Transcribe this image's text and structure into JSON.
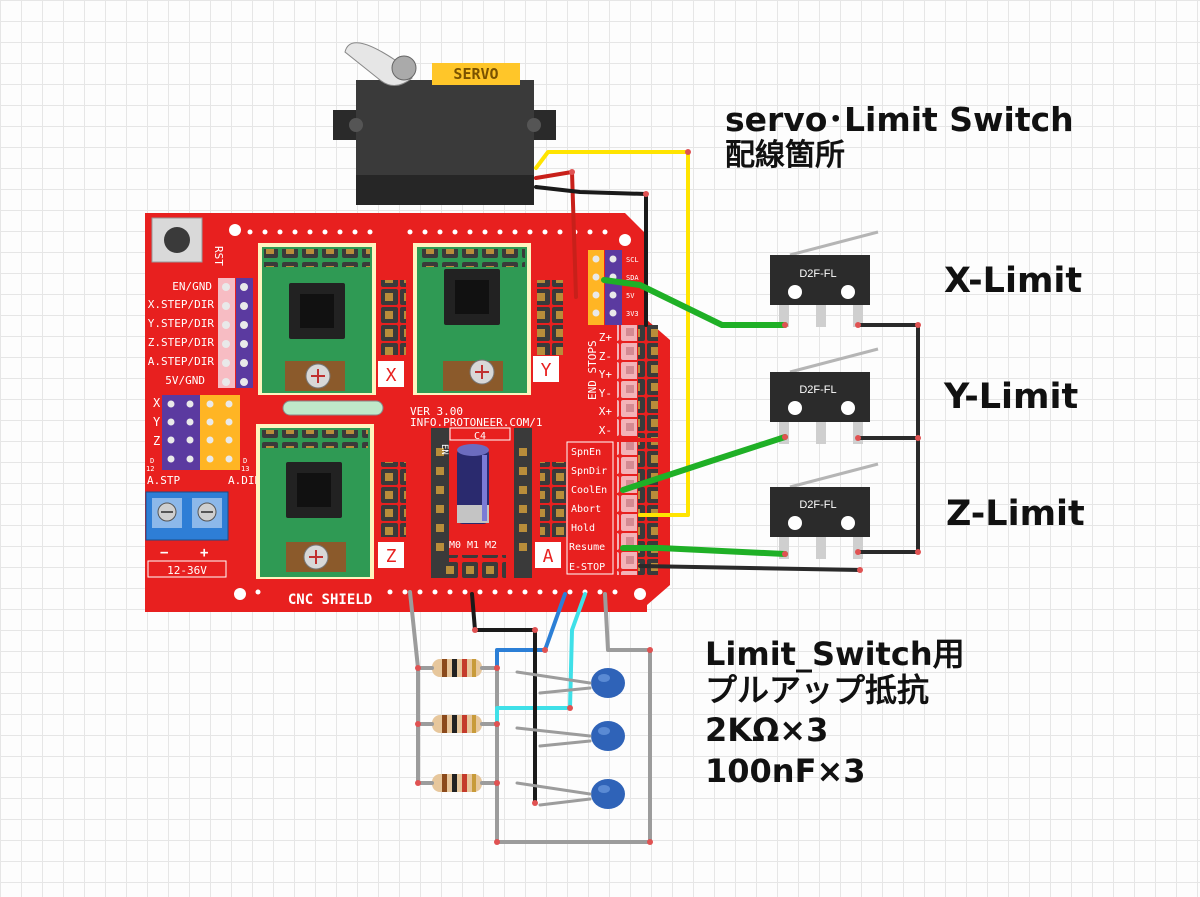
{
  "colors": {
    "board": "#e8201f",
    "driver": "#2f9a54",
    "wire_red": "#c8201a",
    "wire_black": "#1a1a1a",
    "wire_yellow": "#ffe400",
    "wire_green": "#1fb026",
    "wire_gray": "#9c9c9c",
    "wire_blue": "#2c7fd6",
    "wire_cyan": "#3fe0e8",
    "capacitor": "#2f63b8"
  },
  "servo": {
    "label": "SERVO"
  },
  "board": {
    "rst_label": "RST",
    "title": "CNC SHIELD",
    "version": "VER 3.00",
    "url": "INFO.PROTONEER.COM/1",
    "en_gnd": "EN/GND",
    "left_labels": [
      "X.STEP/DIR",
      "Y.STEP/DIR",
      "Z.STEP/DIR",
      "A.STEP/DIR",
      "5V/GND"
    ],
    "axis_letters": [
      "X",
      "Y",
      "Z",
      "A"
    ],
    "xyz_small": [
      "X",
      "Y",
      "Z"
    ],
    "a_step": "A.STP",
    "a_dir": "A.DIR",
    "power_minus": "−",
    "power_plus": "+",
    "voltage": "12-36V",
    "c4": "C4",
    "en_small": "EN",
    "microstep": [
      "M0",
      "M1",
      "M2"
    ],
    "end_stops": "END STOPS",
    "limit_pins": [
      "Z+",
      "Z-",
      "Y+",
      "Y-",
      "X+",
      "X-"
    ],
    "control_pins": [
      "SpnEn",
      "SpnDir",
      "CoolEn",
      "Abort",
      "Hold",
      "Resume",
      "E-STOP"
    ],
    "i2c_pins": [
      "SCL",
      "SDA",
      "5V",
      "3V3"
    ],
    "d_labels": [
      "D",
      "12",
      "D",
      "13"
    ]
  },
  "switches": [
    {
      "model": "D2F-FL",
      "label": "X-Limit"
    },
    {
      "model": "D2F-FL",
      "label": "Y-Limit"
    },
    {
      "model": "D2F-FL",
      "label": "Z-Limit"
    }
  ],
  "notes": {
    "servo_title_line1": "servo･Limit Switch",
    "servo_title_line2": "配線箇所",
    "pullup_line1": "Limit_Switch用",
    "pullup_line2": "プルアップ抵抗",
    "pullup_line3": "2KΩ×3",
    "pullup_line4": "100nF×3"
  }
}
